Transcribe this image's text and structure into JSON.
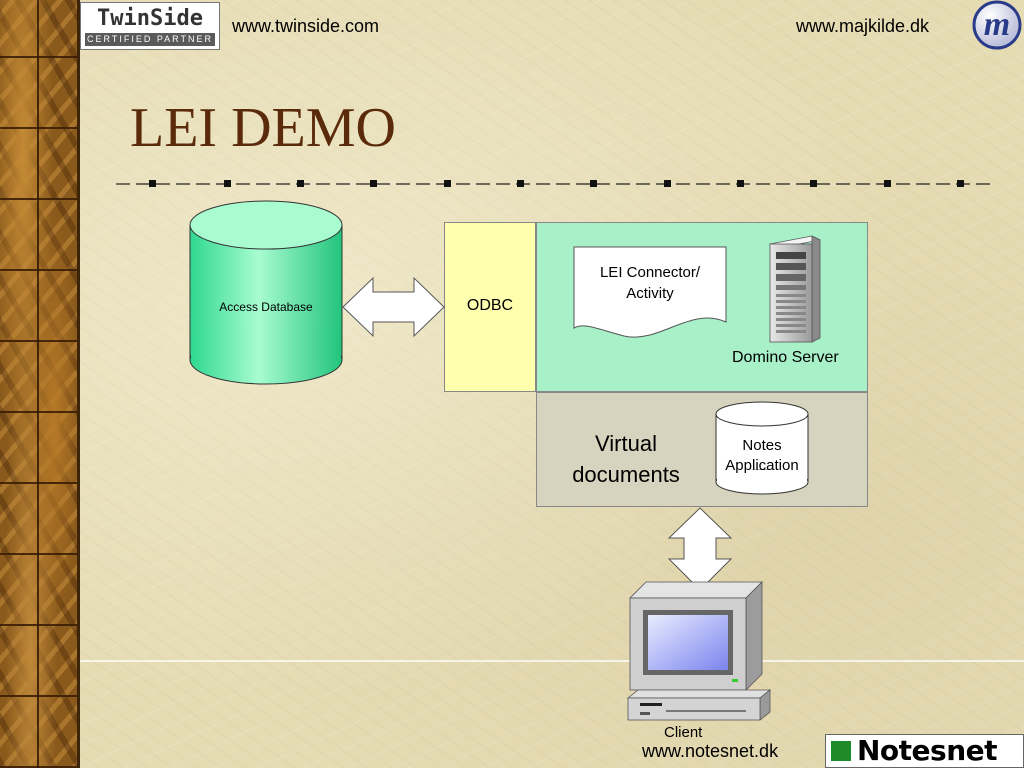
{
  "header": {
    "twinside_logo_title": "TwinSide",
    "twinside_logo_sub": "CERTIFIED PARTNER",
    "url_left": "www.twinside.com",
    "url_right": "www.majkilde.dk",
    "m_logo_letter": "m"
  },
  "slide": {
    "title": "LEI DEMO"
  },
  "diagram": {
    "access_db": "Access Database",
    "odbc": "ODBC",
    "lei_connector": "LEI Connector/ Activity",
    "domino_server": "Domino Server",
    "virtual_documents": "Virtual documents",
    "notes_application": "Notes Application",
    "client": "Client"
  },
  "footer": {
    "url": "www.notesnet.dk",
    "notesnet_logo": "Notesnet"
  },
  "colors": {
    "background": "#e6dcb4",
    "title": "#5a2a0a",
    "odbc_fill": "#ffffb0",
    "server_fill": "#a8f0c8",
    "virtual_fill": "#d6d3be",
    "db_fill": "#7cf0b0"
  },
  "icons": [
    "database-cylinder-icon",
    "double-arrow-icon",
    "server-tower-icon",
    "document-icon",
    "client-computer-icon"
  ]
}
